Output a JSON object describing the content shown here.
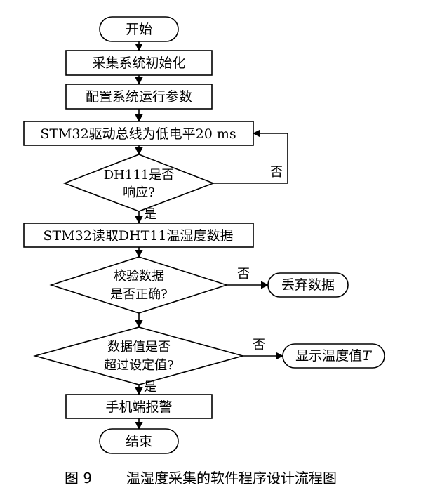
{
  "nodes": {
    "start": "开始",
    "init": "采集系统初始化",
    "config": "配置系统运行参数",
    "drive_bus": "STM32驱动总线为低电平20 ms",
    "dh111_line1": "DH111是否",
    "dh111_line2": "响应?",
    "read_data": "STM32读取DHT11温湿度数据",
    "check_line1": "校验数据",
    "check_line2": "是否正确?",
    "discard": "丢弃数据",
    "threshold_line1": "数据值是否",
    "threshold_line2": "超过设定值?",
    "display_prefix": "显示温度值",
    "display_var": "T",
    "alarm": "手机端报警",
    "end": "结束"
  },
  "edges": {
    "no_dh111": "否",
    "yes_dh111": "是",
    "no_check": "否",
    "no_threshold": "否",
    "yes_threshold": "是"
  },
  "caption": {
    "figure_no": "图 9",
    "title": "温湿度采集的软件程序设计流程图"
  }
}
